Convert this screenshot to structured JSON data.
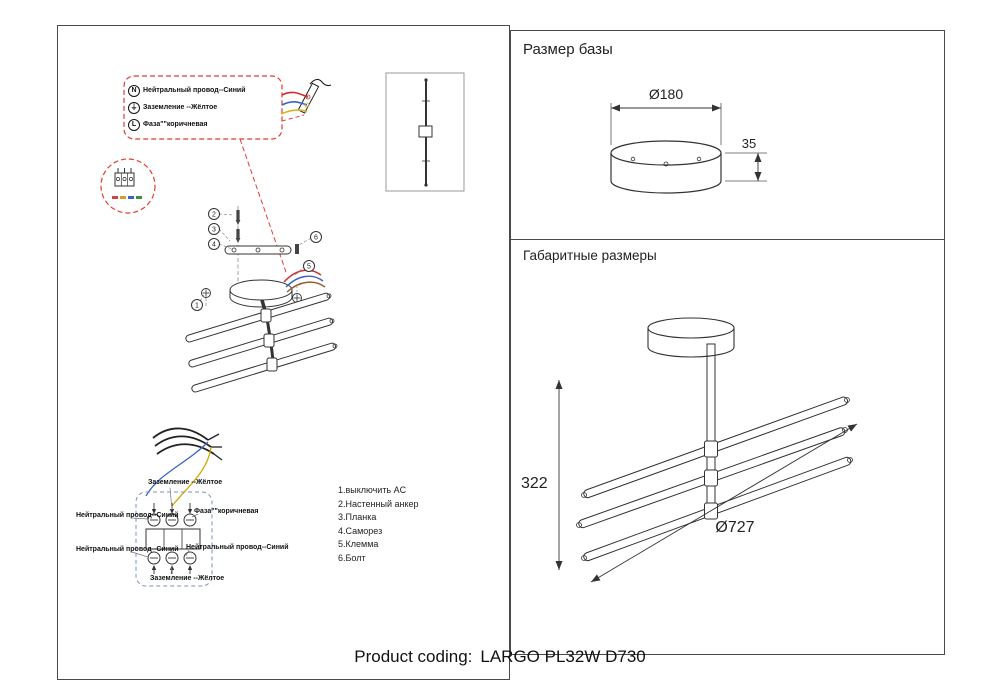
{
  "left_panel": {
    "callout": {
      "items": [
        {
          "symbol": "N",
          "label": "Нейтральный провод--Синий"
        },
        {
          "symbol": "⏚",
          "label": "Заземление --Жёлтое"
        },
        {
          "symbol": "L",
          "label": "Фаза\"\"коричневая"
        }
      ]
    },
    "assembly_numbers": {
      "n1": "1",
      "n2": "2",
      "n3": "3",
      "n4": "4",
      "n5": "5",
      "n6": "6"
    },
    "wiring_labels": {
      "ground_top": "Заземление --Жёлтое",
      "neutral_left_1": "Нейтральный провод--Синий",
      "phase_right": "Фаза\"\"коричневая",
      "neutral_right": "Нейтральный провод--Синий",
      "neutral_left_2": "Нейтральный провод--Синий",
      "ground_bottom": "Заземление --Жёлтое"
    },
    "parts_list": [
      "1.выключить AC",
      "2.Настенный анкер",
      "3.Планка",
      "4.Саморез",
      "5.Клемма",
      "6.Болт"
    ]
  },
  "base_size": {
    "title": "Размер базы",
    "diameter": "Ø180",
    "height": "35"
  },
  "overall_size": {
    "title": "Габаритные размеры",
    "height": "322",
    "diameter": "Ø727"
  },
  "footer": {
    "label": "Product coding:",
    "value": "LARGO PL32W D730"
  }
}
